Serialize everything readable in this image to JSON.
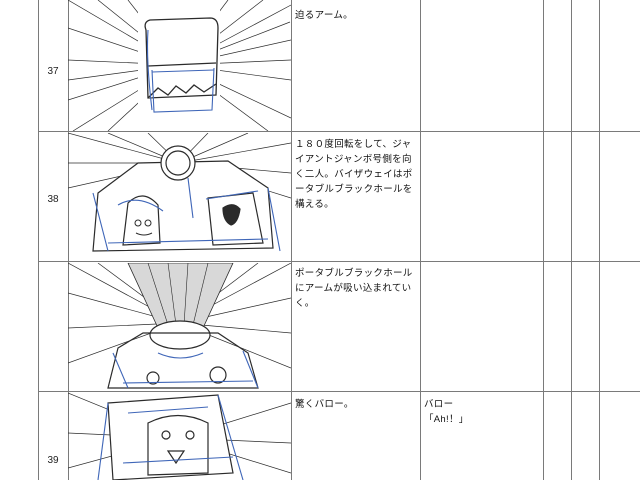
{
  "rows": [
    {
      "cut": "37",
      "action": "迫るアーム。",
      "dialogue": ""
    },
    {
      "cut": "38",
      "action": "１８０度回転をして、ジャイアントジャンボ号側を向く二人。バイザウェイはポータブルブラックホールを構える。",
      "dialogue": ""
    },
    {
      "cut": "",
      "action": "ポータブルブラックホールにアームが吸い込まれていく。",
      "dialogue": ""
    },
    {
      "cut": "39",
      "action": "驚くバロー。",
      "dialogue": "バロー\n「Ah!！」"
    }
  ],
  "colors": {
    "line": "#7a7a7a",
    "pencil": "#2b2b2b",
    "blue_pencil": "#3f66b8"
  }
}
